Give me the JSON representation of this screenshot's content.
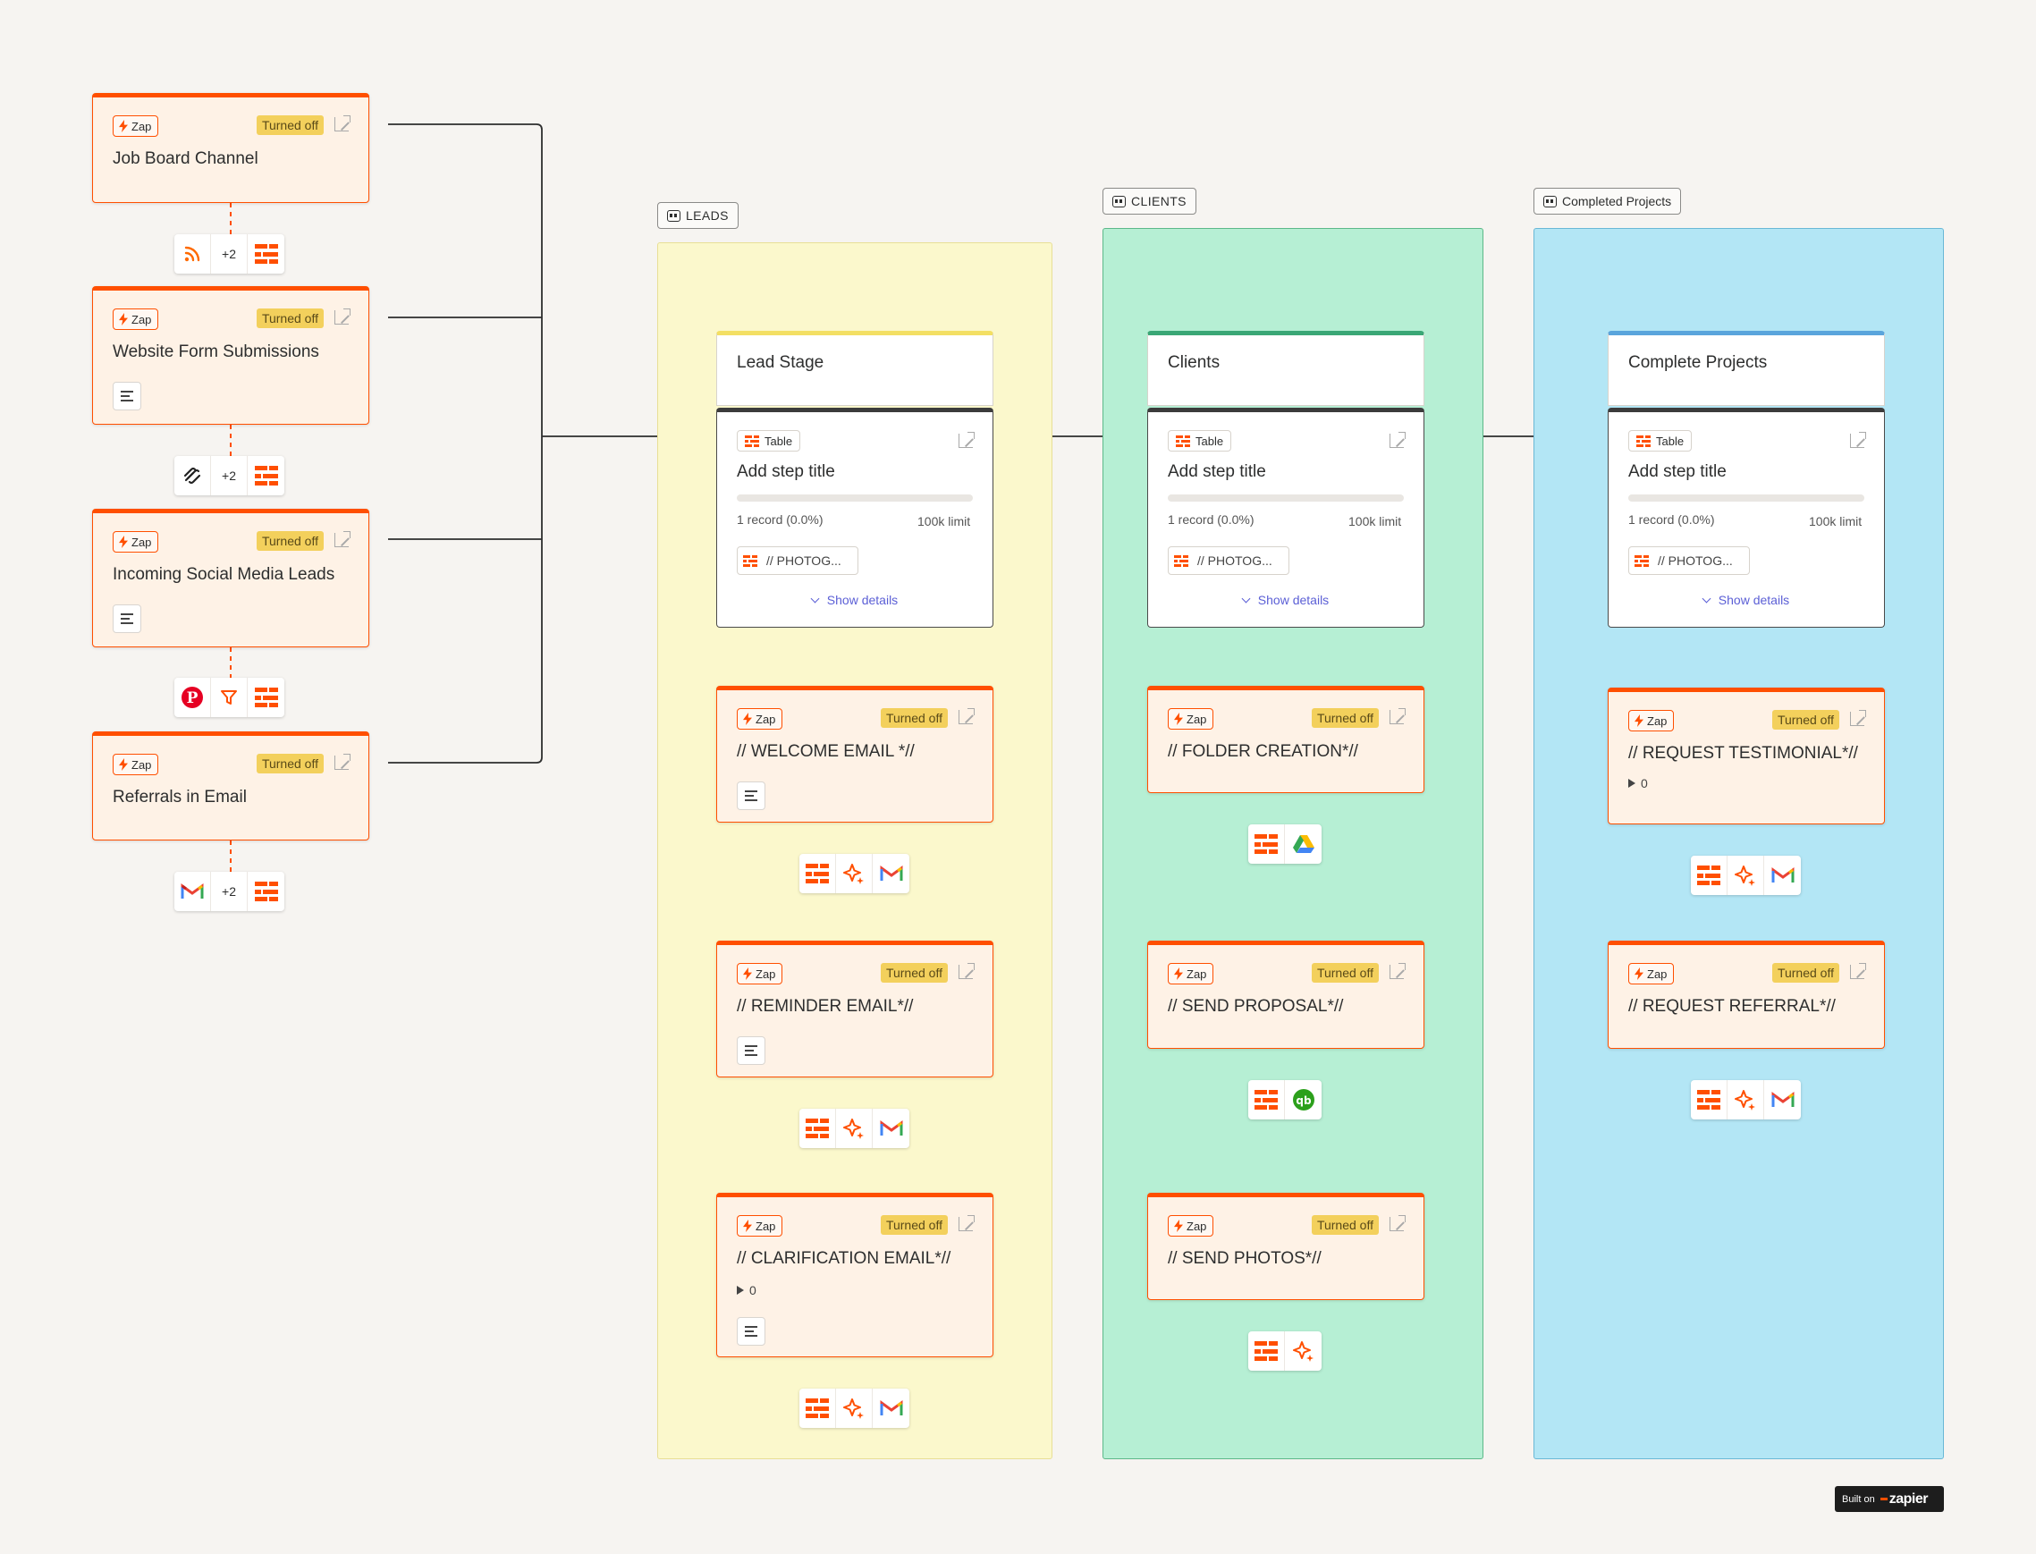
{
  "lanes": [
    {
      "label": "LEADS",
      "color": "#fbf8cc",
      "border": "#e8df96"
    },
    {
      "label": "CLIENTS",
      "color": "#b6efd4",
      "border": "#5cb889"
    },
    {
      "label": "Completed Projects",
      "color": "#b3e6f5",
      "border": "#6ab8d6"
    }
  ],
  "triggers": [
    {
      "badge": "Zap",
      "status": "Turned off",
      "title": "Job Board Channel"
    },
    {
      "badge": "Zap",
      "status": "Turned off",
      "title": "Website Form Submissions"
    },
    {
      "badge": "Zap",
      "status": "Turned off",
      "title": "Incoming Social Media Leads"
    },
    {
      "badge": "Zap",
      "status": "Turned off",
      "title": "Referrals in Email"
    }
  ],
  "trigger_strips": [
    {
      "icons": [
        "rss-icon",
        "more",
        "zapier-tables-icon"
      ],
      "more": "+2"
    },
    {
      "icons": [
        "squarespace-icon",
        "more",
        "zapier-tables-icon"
      ],
      "more": "+2"
    },
    {
      "icons": [
        "pinterest-icon",
        "filter-icon",
        "zapier-tables-icon"
      ]
    },
    {
      "icons": [
        "gmail-icon",
        "more",
        "zapier-tables-icon"
      ],
      "more": "+2"
    }
  ],
  "tables": [
    {
      "stage": "Lead Stage",
      "accent": "#f3df63",
      "badge": "Table",
      "title": "Add step title",
      "records": "1 record (0.0%)",
      "limit": "100k limit",
      "chip": "// PHOTOG...",
      "details": "Show details",
      "progress": 0.0
    },
    {
      "stage": "Clients",
      "accent": "#3aa776",
      "badge": "Table",
      "title": "Add step title",
      "records": "1 record (0.0%)",
      "limit": "100k limit",
      "chip": "// PHOTOG...",
      "details": "Show details",
      "progress": 0.0
    },
    {
      "stage": "Complete Projects",
      "accent": "#5aa5dc",
      "badge": "Table",
      "title": "Add step title",
      "records": "1 record (0.0%)",
      "limit": "100k limit",
      "chip": "// PHOTOG...",
      "details": "Show details",
      "progress": 0.0
    }
  ],
  "lead_zaps": [
    {
      "badge": "Zap",
      "status": "Turned off",
      "title": "// WELCOME EMAIL *//"
    },
    {
      "badge": "Zap",
      "status": "Turned off",
      "title": "// REMINDER EMAIL*//"
    },
    {
      "badge": "Zap",
      "status": "Turned off",
      "title": "// CLARIFICATION EMAIL*//",
      "runs": "0"
    }
  ],
  "client_zaps": [
    {
      "badge": "Zap",
      "status": "Turned off",
      "title": "// FOLDER CREATION*//"
    },
    {
      "badge": "Zap",
      "status": "Turned off",
      "title": "// SEND PROPOSAL*//"
    },
    {
      "badge": "Zap",
      "status": "Turned off",
      "title": "// SEND PHOTOS*//"
    }
  ],
  "project_zaps": [
    {
      "badge": "Zap",
      "status": "Turned off",
      "title": "// REQUEST TESTIMONIAL*//",
      "runs": "0"
    },
    {
      "badge": "Zap",
      "status": "Turned off",
      "title": "// REQUEST REFERRAL*//"
    }
  ],
  "footer": {
    "built_on": "Built on",
    "brand": "zapier"
  }
}
